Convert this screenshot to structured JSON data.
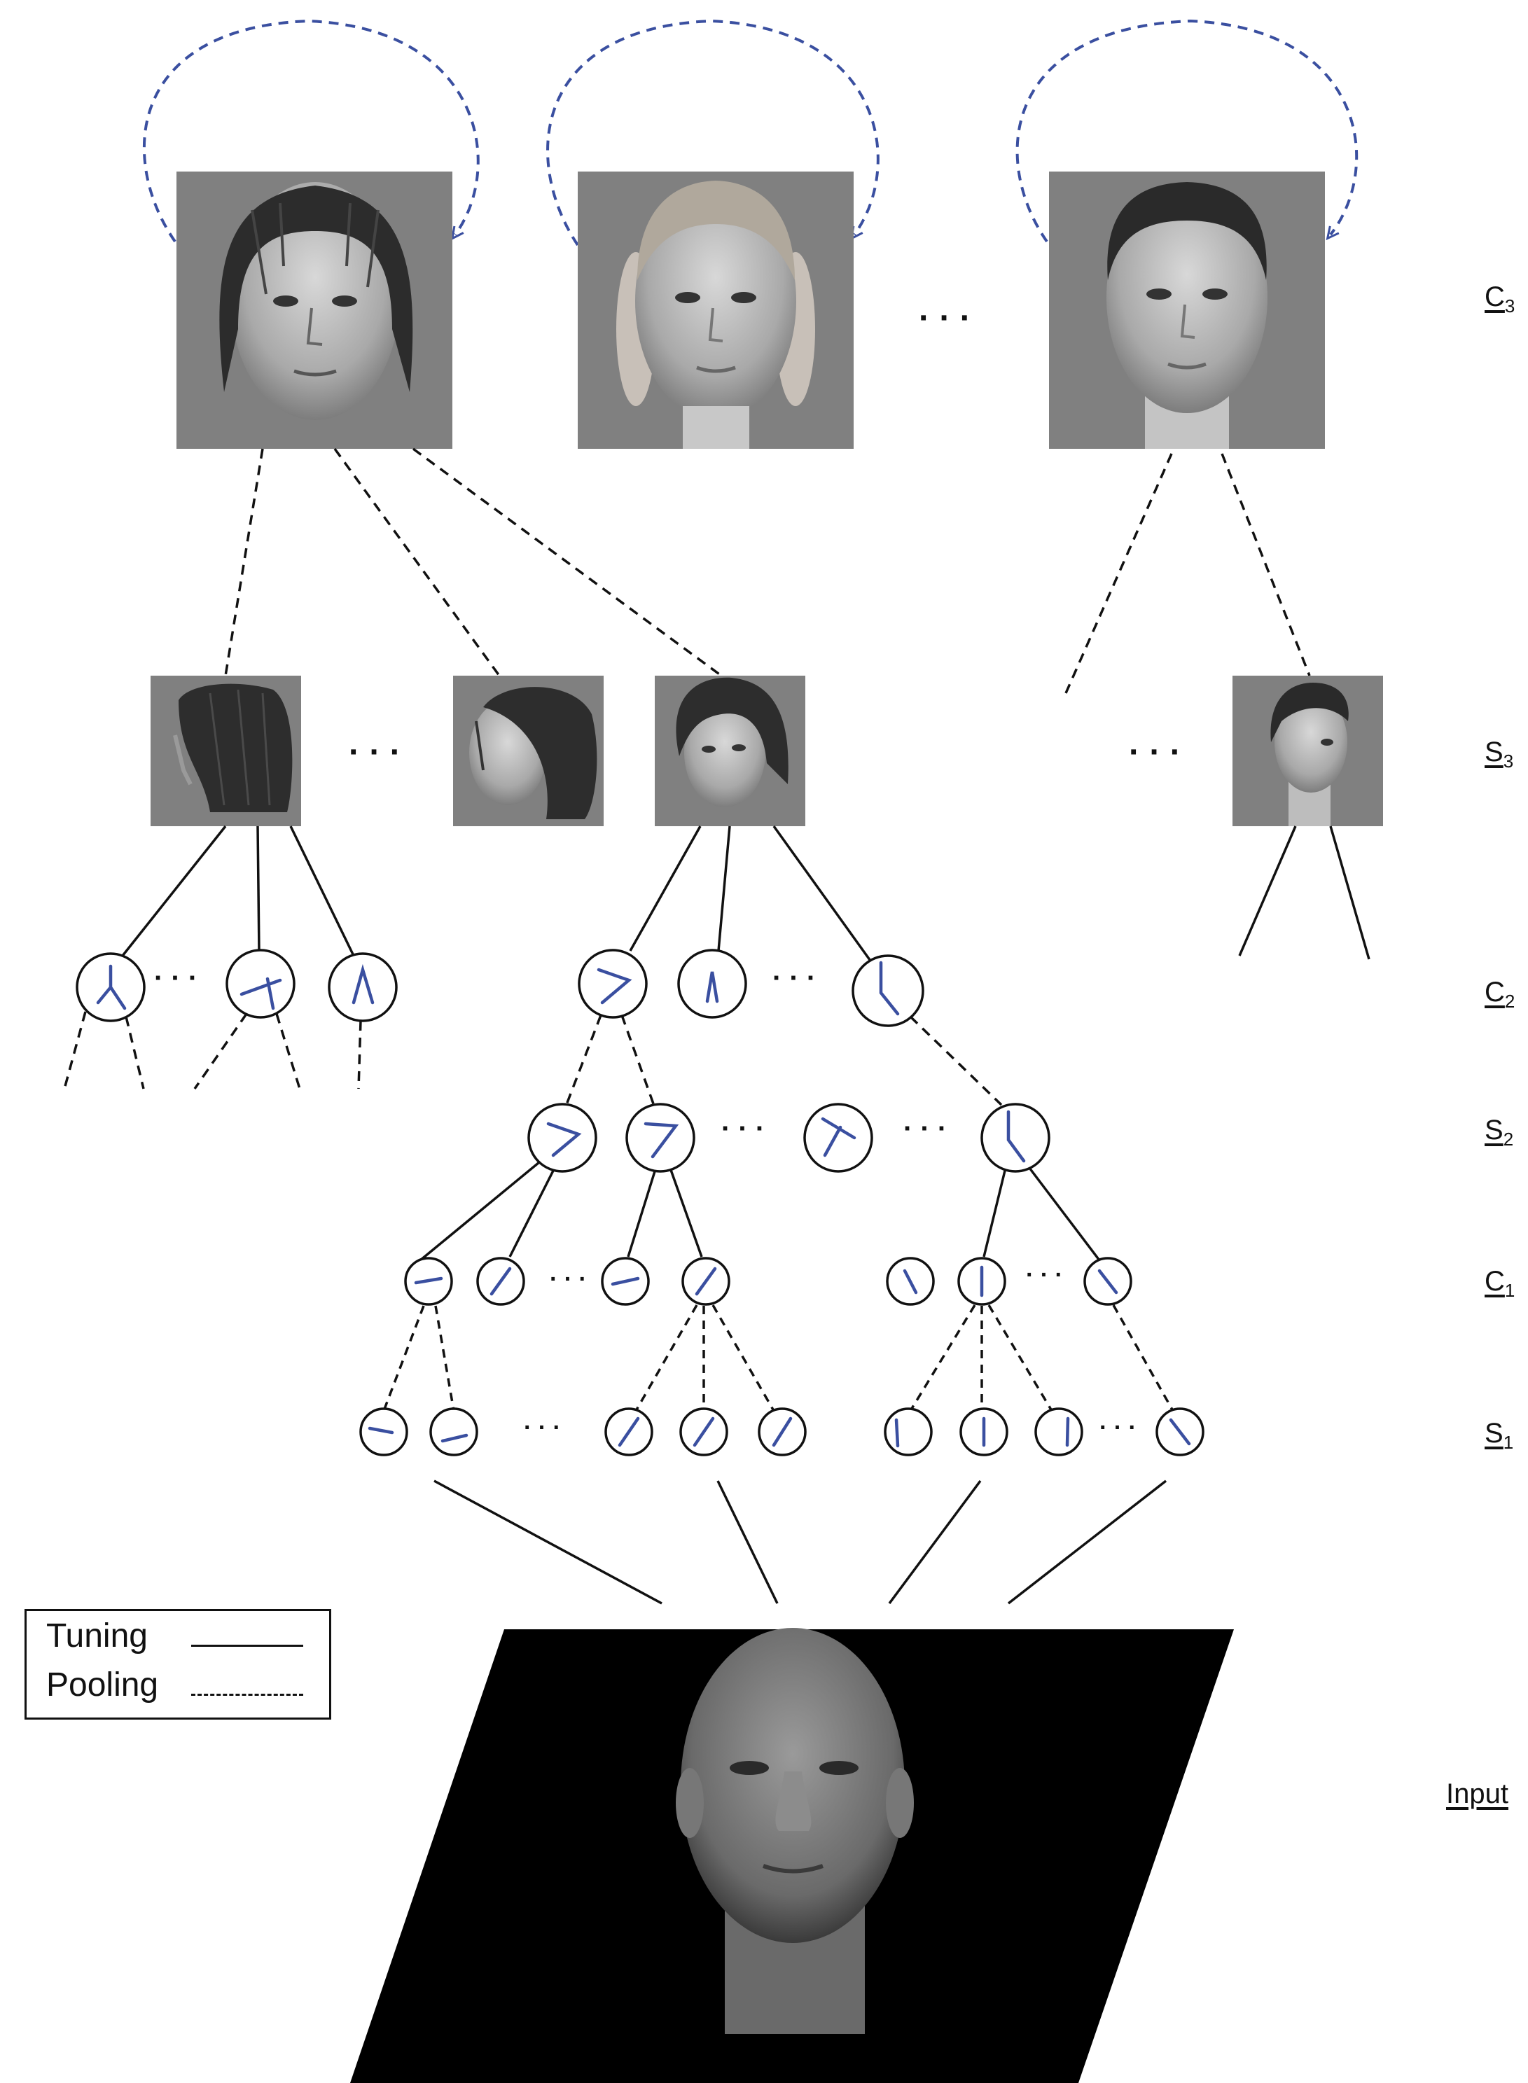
{
  "labels": {
    "c3": "C3",
    "s3": "S3",
    "c2": "C2",
    "s2": "S2",
    "c1": "C1",
    "s1": "S1",
    "input": "Input"
  },
  "legend": {
    "tuning": "Tuning",
    "pooling": "Pooling"
  },
  "ellipsis": "· · ·",
  "colors": {
    "lines": "#111111",
    "recurrent_arcs": "#3a4fa0",
    "features": "#3a4fa0",
    "photo_background": "#808080",
    "input_background": "#000000"
  },
  "icons": {
    "c3_units": "frontal-face-image",
    "s3_units": "rotated-face-view-image",
    "c2_s2_units": "corner-feature-circle",
    "c1_s1_units": "oriented-edge-circle",
    "input": "input-face-image"
  }
}
